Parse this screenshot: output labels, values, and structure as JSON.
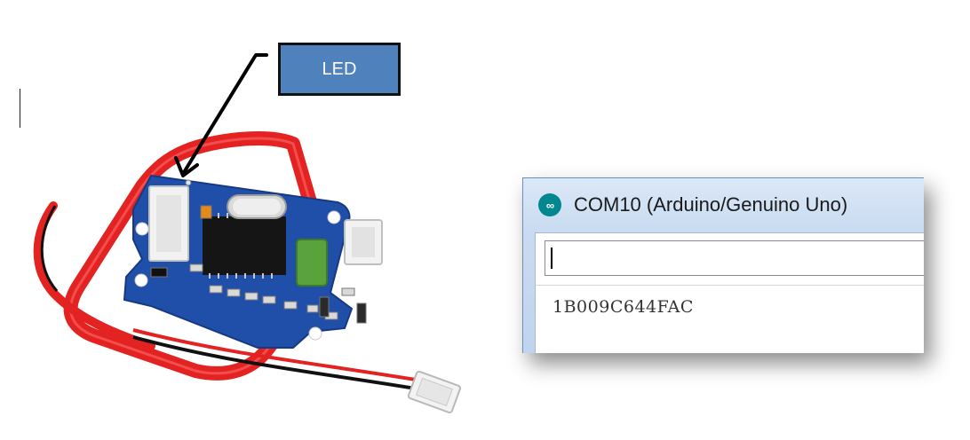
{
  "callout": {
    "label": "LED"
  },
  "serial_monitor": {
    "icon": "arduino-icon",
    "title": "COM10 (Arduino/Genuino Uno)",
    "send_input": {
      "value": ""
    },
    "output_lines": [
      "1B009C644FAC"
    ]
  },
  "colors": {
    "callout_fill": "#4f81bd",
    "pcb_blue": "#1f4fa8",
    "coil_red": "#e32222",
    "arduino_teal": "#00878f"
  }
}
